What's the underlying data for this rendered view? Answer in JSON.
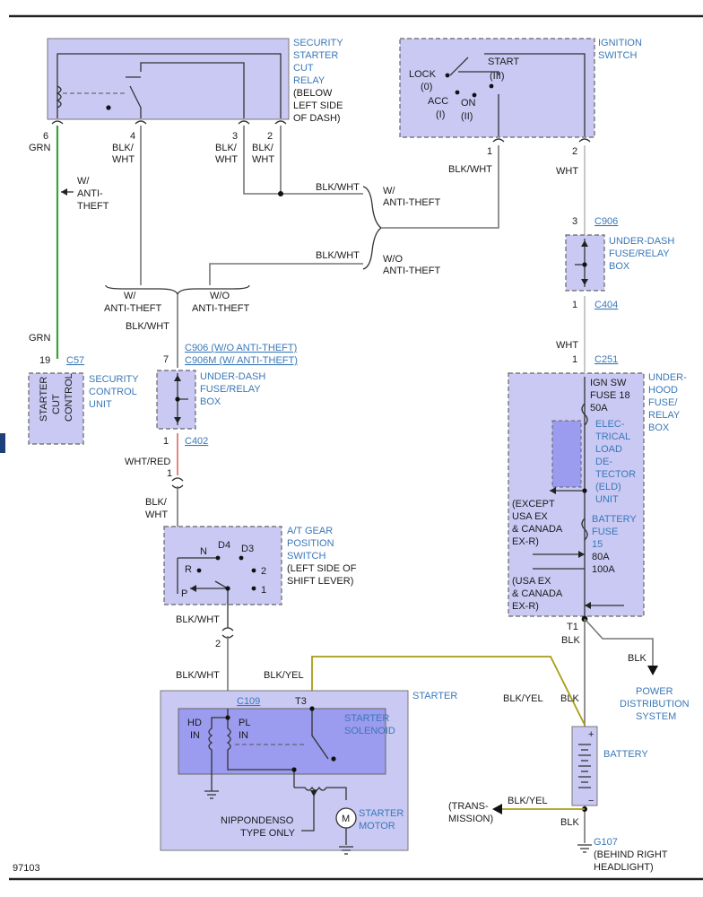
{
  "diagram_id": "97103",
  "components": {
    "security_relay": {
      "lines": [
        "SECURITY",
        "STARTER",
        "CUT",
        "RELAY",
        "(BELOW",
        "LEFT SIDE",
        "OF DASH)"
      ],
      "pins": [
        "6",
        "4",
        "3",
        "2"
      ]
    },
    "ignition_switch": {
      "lines": [
        "IGNITION",
        "SWITCH"
      ],
      "lock": "LOCK",
      "lock_pos": "(0)",
      "acc": "ACC",
      "acc_pos": "(I)",
      "on": "ON",
      "on_pos": "(II)",
      "start": "START",
      "start_pos": "(III)",
      "pins": [
        "1",
        "2"
      ]
    },
    "security_unit": {
      "lines": [
        "SECURITY",
        "CONTROL",
        "UNIT"
      ],
      "inner": [
        "STARTER",
        "CUT",
        "CONTROL"
      ],
      "pin": "19",
      "connector": "C57"
    },
    "under_dash_box_left": {
      "lines": [
        "UNDER-DASH",
        "FUSE/RELAY",
        "BOX"
      ],
      "pin_top": "7",
      "pin_bottom": "1",
      "connector_top_1": "C906 (W/O ANTI-THEFT)",
      "connector_top_2": "C906M (W/ ANTI-THEFT)",
      "connector_bottom": "C402"
    },
    "under_dash_box_right": {
      "lines": [
        "UNDER-DASH",
        "FUSE/RELAY",
        "BOX"
      ],
      "pin_top": "3",
      "pin_bottom": "1",
      "connector_top": "C906",
      "connector_bottom": "C404"
    },
    "under_hood_box": {
      "lines": [
        "UNDER-",
        "HOOD",
        "FUSE/",
        "RELAY",
        "BOX"
      ],
      "pin_top": "1",
      "connector_top": "C251",
      "fuse1": [
        "IGN SW",
        "FUSE 18",
        "50A"
      ],
      "eld": [
        "ELEC-",
        "TRICAL",
        "LOAD",
        "DE-",
        "TECTOR",
        "(ELD)",
        "UNIT"
      ],
      "except": [
        "(EXCEPT",
        "USA EX",
        "& CANADA",
        "EX-R)"
      ],
      "fuse2": [
        "BATTERY",
        "FUSE",
        "15"
      ],
      "amp1": "80A",
      "amp2": "100A",
      "usa": [
        "(USA EX",
        "& CANADA",
        "EX-R)"
      ],
      "terminal": "T1"
    },
    "gear_switch": {
      "lines": [
        "A/T GEAR",
        "POSITION",
        "SWITCH",
        "(LEFT SIDE OF",
        "SHIFT LEVER)"
      ],
      "positions": [
        "N",
        "D4",
        "D3",
        "R",
        "2",
        "P",
        "1"
      ]
    },
    "starter": {
      "title": "STARTER",
      "connector": "C109",
      "terminal": "T3",
      "hd": [
        "HD",
        "IN"
      ],
      "pl": [
        "PL",
        "IN"
      ],
      "solenoid": [
        "STARTER",
        "SOLENOID"
      ],
      "motor": [
        "STARTER",
        "MOTOR"
      ],
      "motor_symbol": "M",
      "nippondenso": [
        "NIPPONDENSO",
        "TYPE ONLY"
      ],
      "pin": "2"
    },
    "battery": {
      "label": "BATTERY",
      "plus": "+",
      "minus": "−"
    },
    "ground": {
      "label": "G107",
      "note": [
        "(BEHIND RIGHT",
        "HEADLIGHT)"
      ]
    },
    "power_dist": [
      "POWER",
      "DISTRIBUTION",
      "SYSTEM"
    ],
    "transmission": [
      "(TRANS-",
      "MISSION)"
    ]
  },
  "wire_labels": {
    "grn": "GRN",
    "blk_wht": "BLK/",
    "blk_wht2": "WHT",
    "blk_wht_full": "BLK/WHT",
    "wht": "WHT",
    "wht_red": "WHT/RED",
    "blk_yel": "BLK/YEL",
    "blk": "BLK",
    "w_anti": [
      "W/",
      "ANTI-THEFT"
    ],
    "wo_anti": [
      "W/O",
      "ANTI-THEFT"
    ],
    "w_anti_left": [
      "W/",
      "ANTI-",
      "THEFT"
    ]
  }
}
